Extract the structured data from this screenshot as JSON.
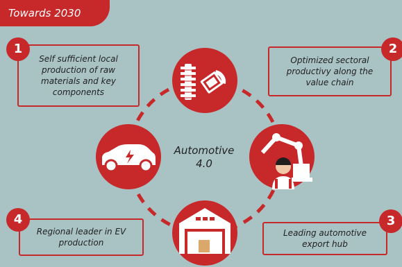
{
  "banner": {
    "label": "Towards 2030"
  },
  "center": {
    "line1": "Automotive",
    "line2": "4.0"
  },
  "items": [
    {
      "number": "1",
      "text": "Self sufficient local production of raw materials and key components"
    },
    {
      "number": "2",
      "text": "Optimized sectoral productivy along the value chain"
    },
    {
      "number": "3",
      "text": "Leading automotive export hub"
    },
    {
      "number": "4",
      "text": "Regional leader in EV production"
    }
  ],
  "colors": {
    "accent": "#c7282a",
    "background": "#a9c3c4",
    "text": "#1f1f1f"
  },
  "icons": [
    "spring-gear-icon",
    "robot-arm-worker-icon",
    "warehouse-icon",
    "electric-car-icon"
  ]
}
